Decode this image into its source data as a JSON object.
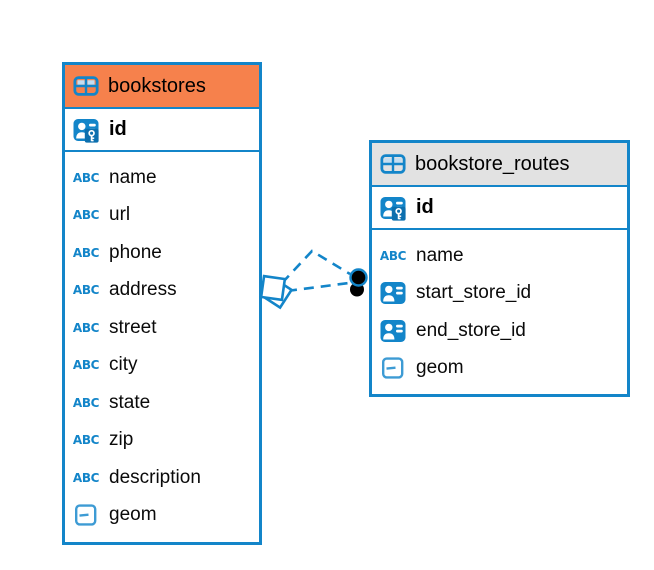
{
  "diagram": {
    "kind": "entity-relationship",
    "background": "#ffffff"
  },
  "colors": {
    "accent_blue": "#1385C9",
    "bookstores_header": "#F6814C",
    "routes_header": "#E2E2E2",
    "text": "#000000",
    "endpoint_black": "#000000",
    "icon_cell_fill": "#C3DEF2"
  },
  "icons": {
    "table_glyph": "table-grid",
    "primary_key_glyph": "id-card-with-key",
    "reference_glyph": "id-card",
    "geometry_glyph": "rounded-square-dash",
    "text_glyph": "ABC"
  },
  "tables": [
    {
      "name": "bookstores",
      "pk": {
        "name": "id",
        "type": "primary-key"
      },
      "columns": [
        {
          "name": "name",
          "type": "text"
        },
        {
          "name": "url",
          "type": "text"
        },
        {
          "name": "phone",
          "type": "text"
        },
        {
          "name": "address",
          "type": "text"
        },
        {
          "name": "street",
          "type": "text"
        },
        {
          "name": "city",
          "type": "text"
        },
        {
          "name": "state",
          "type": "text"
        },
        {
          "name": "zip",
          "type": "text"
        },
        {
          "name": "description",
          "type": "text"
        },
        {
          "name": "geom",
          "type": "geometry"
        }
      ]
    },
    {
      "name": "bookstore_routes",
      "pk": {
        "name": "id",
        "type": "primary-key"
      },
      "columns": [
        {
          "name": "name",
          "type": "text"
        },
        {
          "name": "start_store_id",
          "type": "reference"
        },
        {
          "name": "end_store_id",
          "type": "reference"
        },
        {
          "name": "geom",
          "type": "geometry"
        }
      ]
    }
  ],
  "connection": {
    "from_table": "bookstores",
    "to_table": "bookstore_routes",
    "line_style": "dashed",
    "line_count": 2,
    "color": "#1385C9",
    "source_marker": "overlapping-squares",
    "target_marker": "stacked-filled-circles"
  }
}
